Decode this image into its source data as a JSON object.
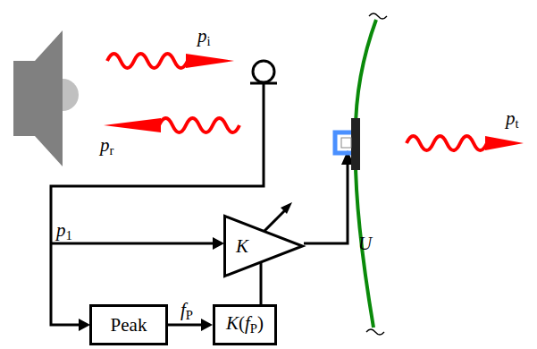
{
  "diagram": {
    "nodes": [
      {
        "text": [
          "K"
        ]
      },
      {
        "text": [
          "Peak"
        ]
      },
      {
        "text": [
          "K(fP)"
        ]
      }
    ],
    "edges": [
      {
        "from": 1,
        "to": 2,
        "arrow": "to",
        "label": "fP"
      },
      {
        "from": 2,
        "to": 0,
        "arrow": "none"
      }
    ],
    "labels": [
      "pi",
      "pr",
      "pt",
      "p1",
      "U"
    ]
  }
}
